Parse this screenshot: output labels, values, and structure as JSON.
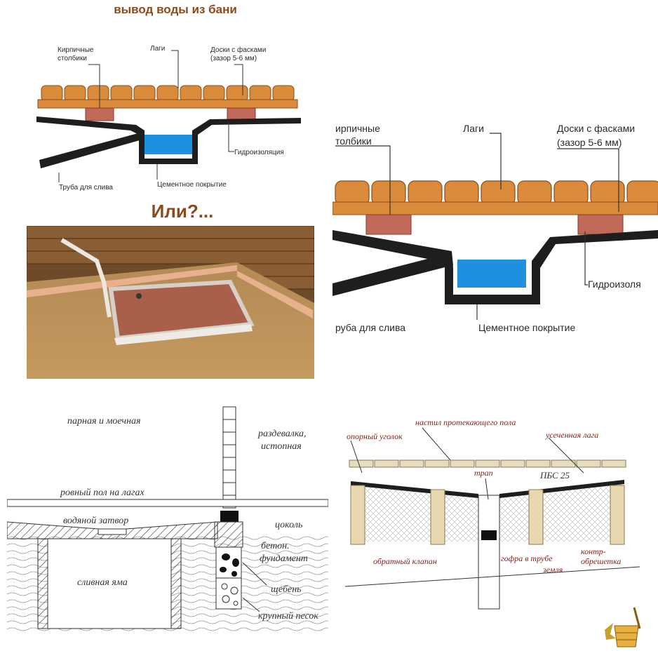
{
  "top_title": "вывод воды из бани",
  "or_text": "Или?...",
  "diagram_a": {
    "labels": {
      "brick_posts": "Кирпичные столбики",
      "brick_posts_l1": "Кирпичные",
      "brick_posts_l2": "столбики",
      "joists": "Лаги",
      "boards": "Доски с фасками (зазор 5-6 мм)",
      "boards_l1": "Доски с фасками",
      "boards_l2": "(зазор 5-6 мм)",
      "waterproofing": "Гидроизоляция",
      "drain_pipe": "Труба для слива",
      "cement": "Цементное покрытие"
    }
  },
  "diagram_b": {
    "labels": {
      "brick_posts_l1": "ирпичные",
      "brick_posts_l2": "толбики",
      "joists": "Лаги",
      "boards_l1": "Доски с фасками",
      "boards_l2": "(зазор 5-6 мм)",
      "waterproofing": "Гидроизоля",
      "drain_pipe": "руба для слива",
      "cement": "Цементное покрытие"
    }
  },
  "diagram_c": {
    "labels": {
      "steam_room": "парная и моечная",
      "changing_room_l1": "раздевалка,",
      "changing_room_l2": "истопная",
      "floor": "ровный пол на лагах",
      "water_seal": "водяной затвор",
      "plinth": "цоколь",
      "concrete_l1": "бетон.",
      "concrete_l2": "фундамент",
      "sump": "сливная яма",
      "gravel": "щебень",
      "sand": "крупный песок"
    }
  },
  "diagram_d": {
    "labels": {
      "deck": "настил протекающего пола",
      "support_angle": "опорный уголок",
      "cut_joist": "усеченная лага",
      "drain": "трап",
      "pbs": "ПБС 25",
      "check_valve": "обратный клапан",
      "corrugation": "гофра в трубе",
      "counter_batten_l1": "контр-",
      "counter_batten_l2": "обрешетка",
      "ground": "земля"
    }
  },
  "colors": {
    "wood": "#d98a3a",
    "brick": "#c26a5a",
    "membrane": "#1e1e1e",
    "water": "#1e90e0",
    "title": "#8b4a1e"
  }
}
